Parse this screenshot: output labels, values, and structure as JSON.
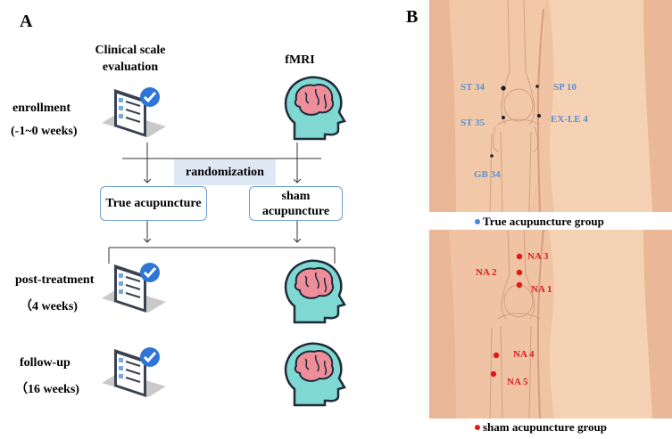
{
  "panelA": {
    "label": "A",
    "headers": {
      "clinical": "Clinical scale evaluation",
      "fmri": "fMRI"
    },
    "stages": [
      {
        "name": "enrollment",
        "time": "(-1~0 weeks)"
      },
      {
        "name": "post-treatment",
        "time": "（4 weeks)"
      },
      {
        "name": "follow-up",
        "time": "（16 weeks)"
      }
    ],
    "randomization": "randomization",
    "groups": {
      "true": "True acupuncture",
      "sham": "sham acupuncture"
    },
    "icons": {
      "checklist": "checklist-icon",
      "brain": "head-brain-icon"
    }
  },
  "panelB": {
    "label": "B",
    "true_points": [
      "ST 34",
      "SP 10",
      "ST 35",
      "EX-LE 4",
      "GB 34"
    ],
    "sham_points": [
      "NA 3",
      "NA 2",
      "NA 1",
      "NA 4",
      "NA 5"
    ],
    "legend_true": "True acupuncture group",
    "legend_sham": "sham acupuncture group",
    "colors": {
      "true": "#4a86d8",
      "sham": "#e01818",
      "skin": "#f4c9a6",
      "box": "#6f9fd6"
    }
  }
}
